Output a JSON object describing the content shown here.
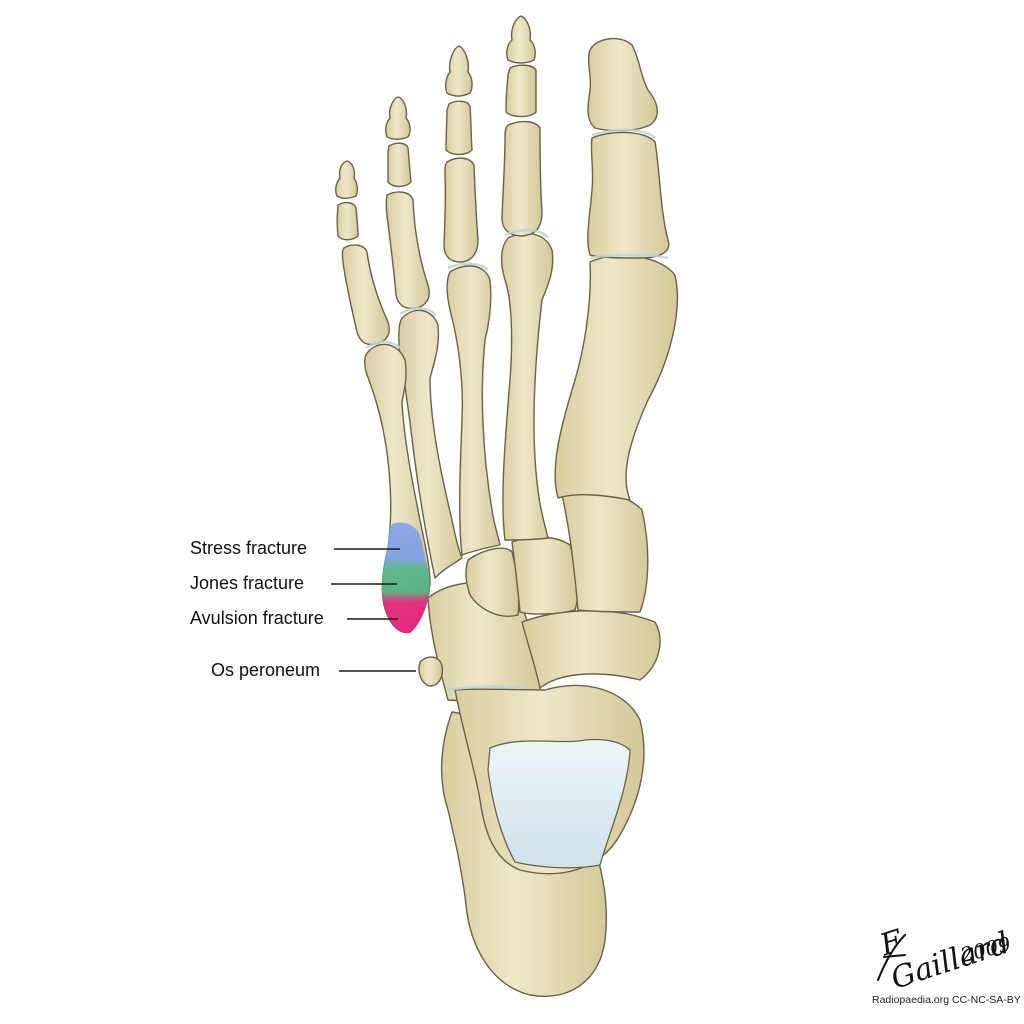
{
  "labels": {
    "stress_fracture": "Stress fracture",
    "jones_fracture": "Jones fracture",
    "avulsion_fracture": "Avulsion fracture",
    "os_peroneum": "Os peroneum"
  },
  "signature": {
    "name": "F Gaillard",
    "year": "2009"
  },
  "credit": "Radiopaedia.org CC-NC-SA-BY",
  "colors": {
    "bone_fill": "#ece3c0",
    "bone_shade": "#d8cc9f",
    "bone_outline": "#6b6147",
    "joint_cartilage": "#d6e8ee",
    "talus_surface": "#e3eef3",
    "stress_zone": "#7f9fe0",
    "jones_zone": "#58b886",
    "avulsion_zone": "#e8267e"
  }
}
